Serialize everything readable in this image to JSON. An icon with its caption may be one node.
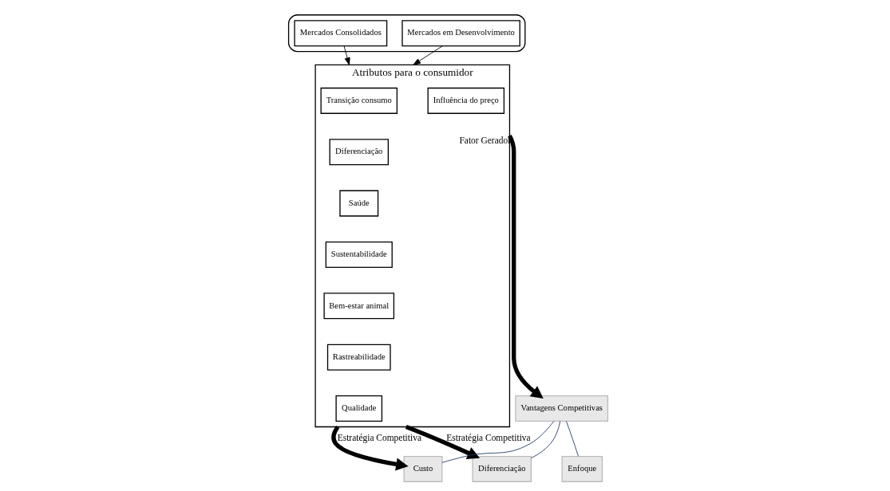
{
  "diagram": {
    "nodes": [
      {
        "text": [],
        "shape": "box"
      },
      {
        "text": [
          "Mercados Consolidados"
        ],
        "in": 0
      },
      {
        "text": [
          "Mercados em Desenvolvimento"
        ],
        "in": 0
      },
      {
        "text": [
          "Atributos para o consumidor"
        ]
      },
      {
        "text": [
          "Transição consumo"
        ],
        "in": 3
      },
      {
        "text": [
          "Diferenciação"
        ],
        "in": 3
      },
      {
        "text": [
          "Saúde"
        ],
        "in": 3
      },
      {
        "text": [
          "Sustentabilidade"
        ],
        "in": 3
      },
      {
        "text": [
          "Bem-estar animal"
        ],
        "in": 3
      },
      {
        "text": [
          "Rastreabilidade"
        ],
        "in": 3
      },
      {
        "text": [
          "Qualidade"
        ],
        "in": 3
      },
      {
        "text": [
          "Influência do preço"
        ],
        "in": 3
      },
      {
        "text": [
          "Vantagens Competitivas"
        ]
      },
      {
        "text": [
          "Custo"
        ]
      },
      {
        "text": [
          "Diferenciação"
        ]
      },
      {
        "text": [
          "Enfoque"
        ]
      }
    ],
    "edges": [
      {
        "from": 1,
        "to": 3,
        "arrow": "to"
      },
      {
        "from": 2,
        "to": 3,
        "arrow": "to"
      },
      {
        "from": 3,
        "to": 12,
        "arrow": "to",
        "label": "Fator Gerador",
        "style": "thick"
      },
      {
        "from": 12,
        "to": 13,
        "arrow": "none",
        "color": "#1f3864"
      },
      {
        "from": 12,
        "to": 14,
        "arrow": "none",
        "color": "#1f3864"
      },
      {
        "from": 12,
        "to": 15,
        "arrow": "none",
        "color": "#1f3864"
      },
      {
        "from": 3,
        "to": 13,
        "arrow": "to",
        "label": "Estratégia Competitiva",
        "style": "thick"
      },
      {
        "from": 3,
        "to": 14,
        "arrow": "to",
        "label": "Estratégia Competitiva",
        "style": "thick"
      }
    ]
  }
}
